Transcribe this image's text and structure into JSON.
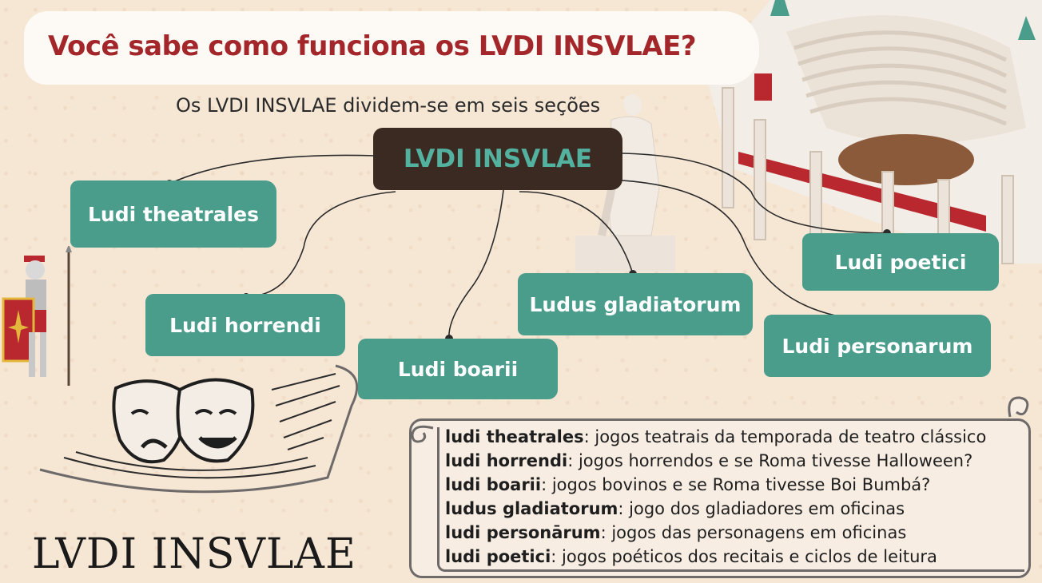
{
  "header": {
    "title": "Você sabe como funciona os LVDI INSVLAE?",
    "subtitle": "Os LVDI INSVLAE dividem-se em seis seções"
  },
  "diagram": {
    "center": "LVDI INSVLAE",
    "nodes": [
      {
        "id": "theatrales",
        "label": "Ludi theatrales"
      },
      {
        "id": "horrendi",
        "label": "Ludi horrendi"
      },
      {
        "id": "boarii",
        "label": "Ludi boarii"
      },
      {
        "id": "gladiatorum",
        "label": "Ludus gladiatorum"
      },
      {
        "id": "poetici",
        "label": "Ludi poetici"
      },
      {
        "id": "personarum",
        "label": "Ludi personarum"
      }
    ]
  },
  "legend": [
    {
      "term": "ludi theatrales",
      "desc": ": jogos teatrais da temporada de teatro clássico"
    },
    {
      "term": "ludi horrendi",
      "desc": ": jogos horrendos e se Roma tivesse Halloween?"
    },
    {
      "term": "ludi boarii",
      "desc": ": jogos bovinos e se Roma tivesse Boi Bumbá?"
    },
    {
      "term": "ludus gladiatorum",
      "desc": ": jogo dos gladiadores em oficinas"
    },
    {
      "term": "ludi personārum",
      "desc": ": jogos das personagens em oficinas"
    },
    {
      "term": "ludi poetici",
      "desc": ": jogos poéticos dos recitais e ciclos de leitura"
    }
  ],
  "footer": {
    "logo_text": "LVDI INSVLAE"
  },
  "colors": {
    "title": "#a3262a",
    "node": "#4a9c8b",
    "center_bg": "#3a2a22",
    "center_text": "#53b1a0",
    "background": "#f6e7d5"
  },
  "icons": [
    "roman-soldier-icon",
    "theatre-masks-icon",
    "colosseum-illustration",
    "statue-illustration"
  ]
}
